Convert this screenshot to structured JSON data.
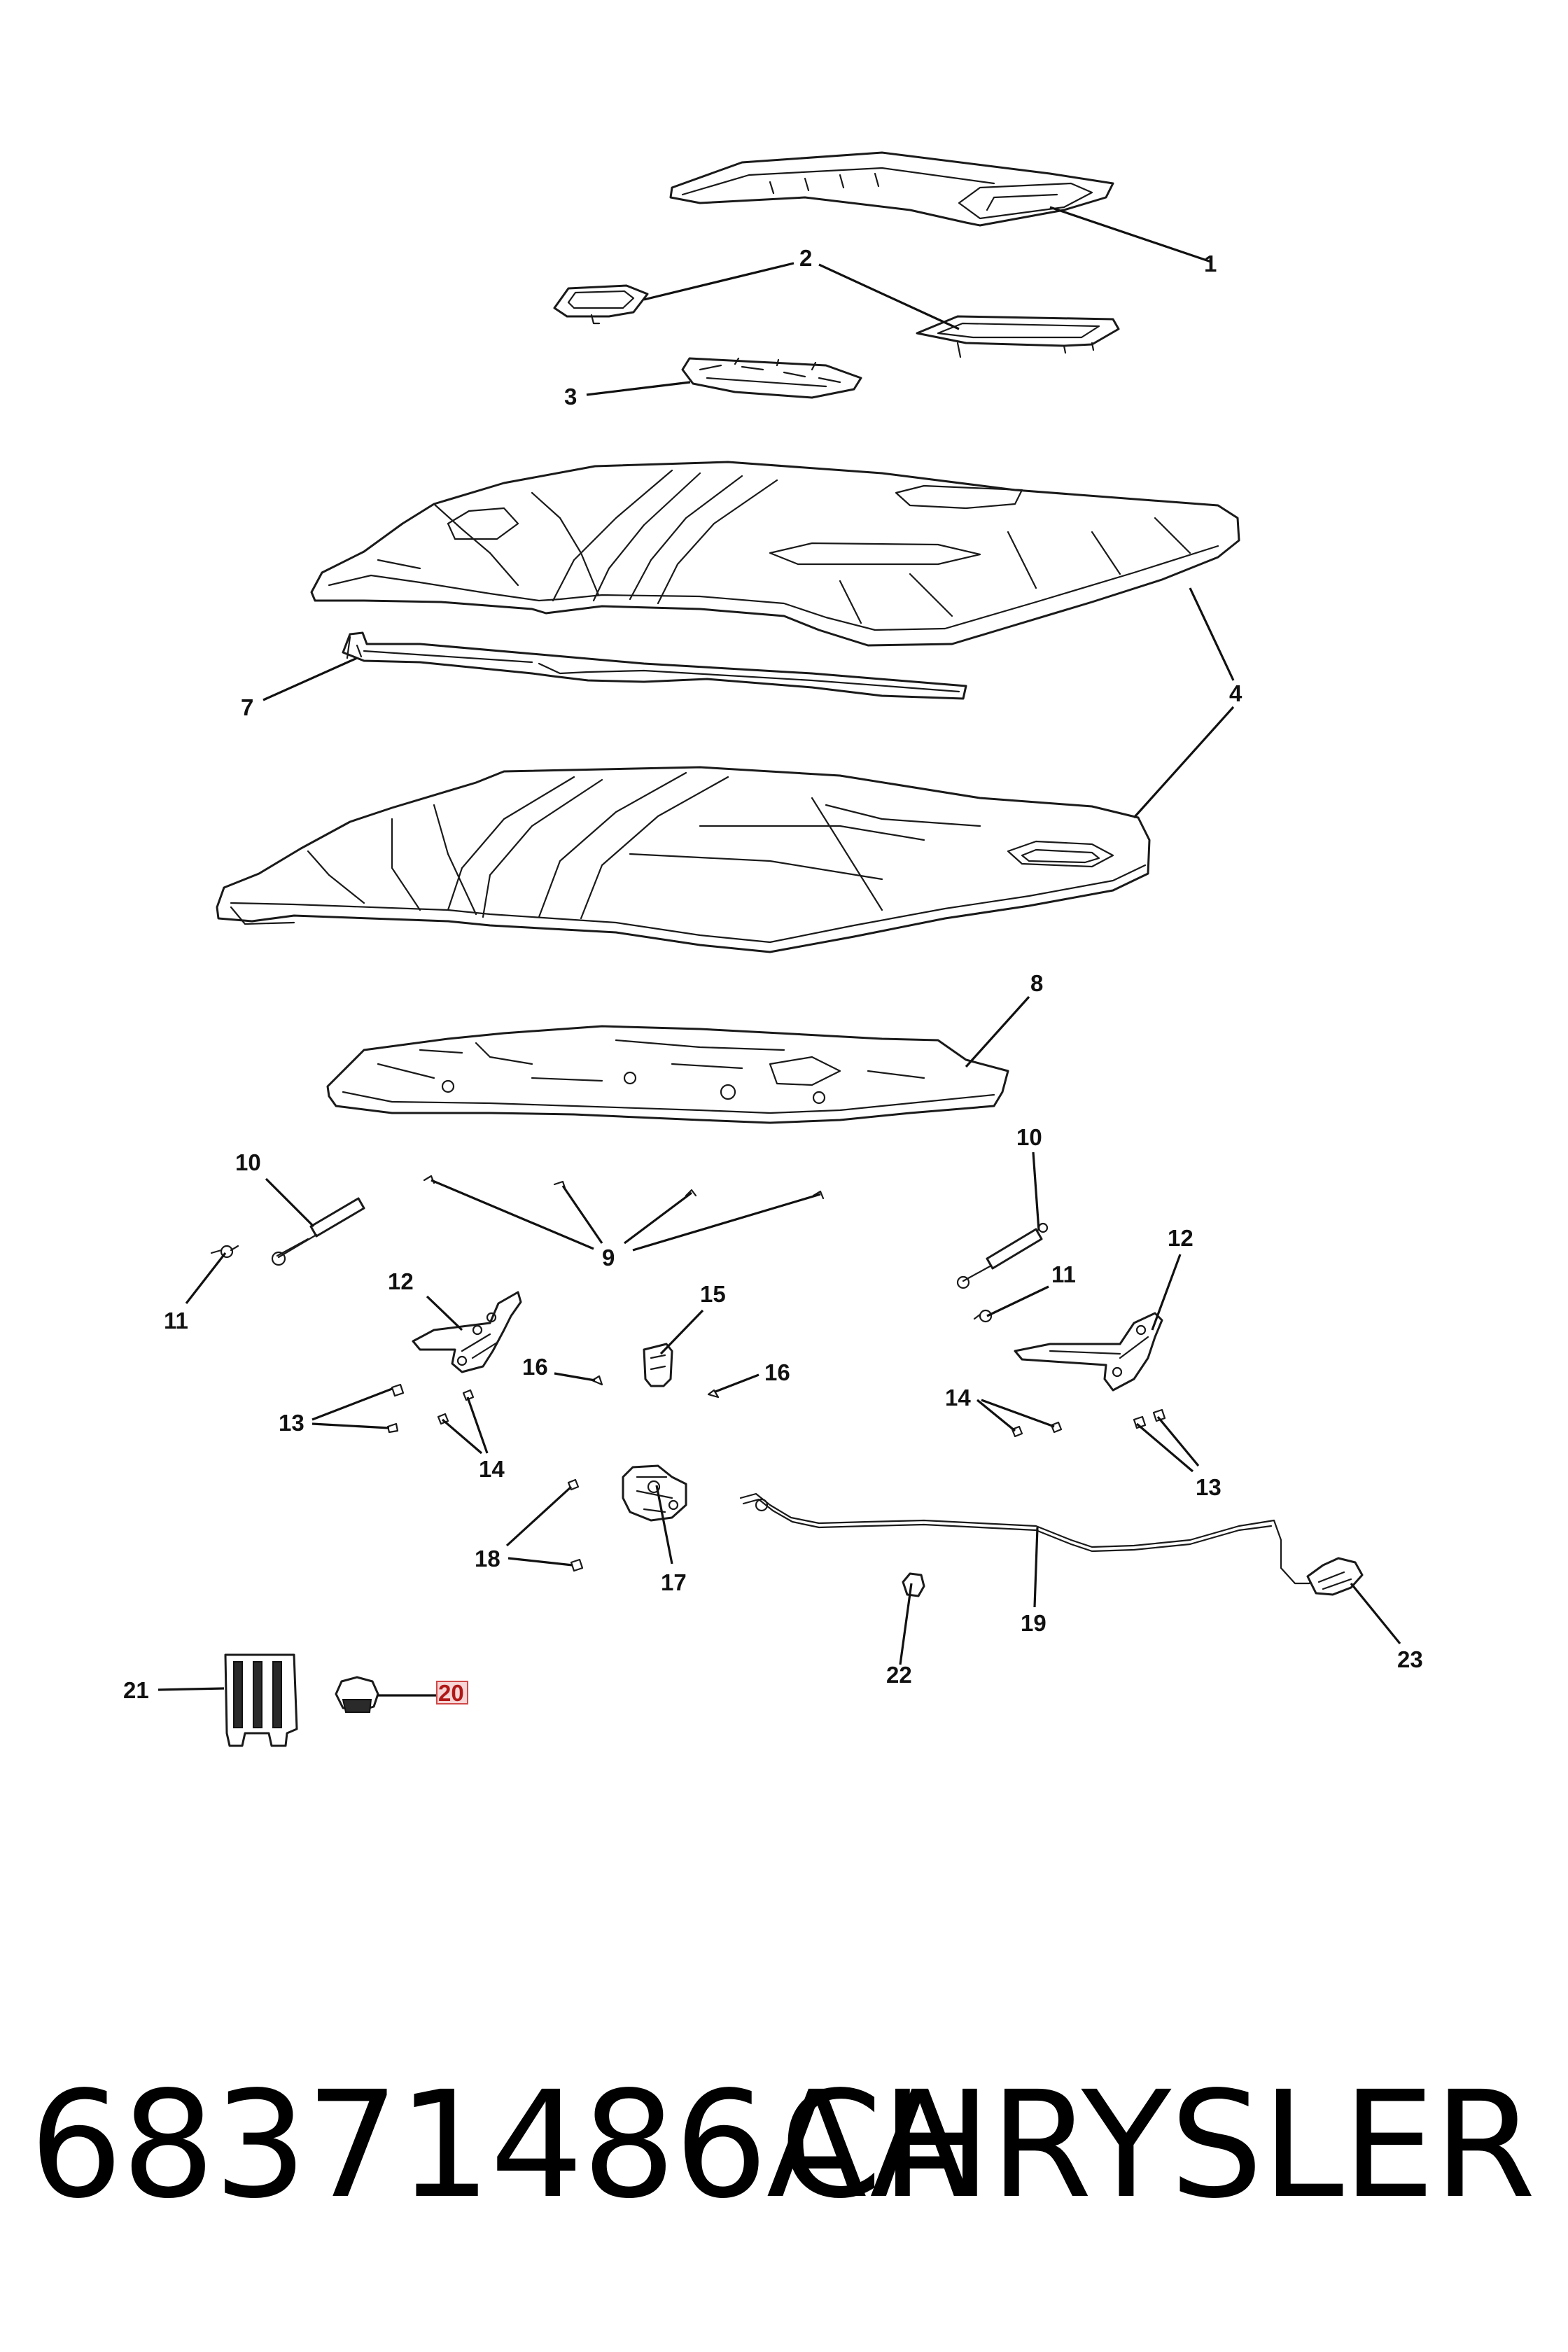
{
  "callouts": {
    "c1": "1",
    "c2": "2",
    "c3": "3",
    "c4": "4",
    "c7": "7",
    "c8": "8",
    "c9": "9",
    "c10a": "10",
    "c10b": "10",
    "c11a": "11",
    "c11b": "11",
    "c12a": "12",
    "c12b": "12",
    "c13a": "13",
    "c13b": "13",
    "c14a": "14",
    "c14b": "14",
    "c15": "15",
    "c16a": "16",
    "c16b": "16",
    "c17": "17",
    "c18": "18",
    "c19": "19",
    "c20": "20",
    "c21": "21",
    "c22": "22",
    "c23": "23"
  },
  "footer": {
    "part_number": "68371486AA",
    "brand": "CHRYSLER"
  },
  "colors": {
    "line": "#1a1a1a",
    "highlight": "#b01818",
    "highlight_fill": "#f6d6d6"
  }
}
